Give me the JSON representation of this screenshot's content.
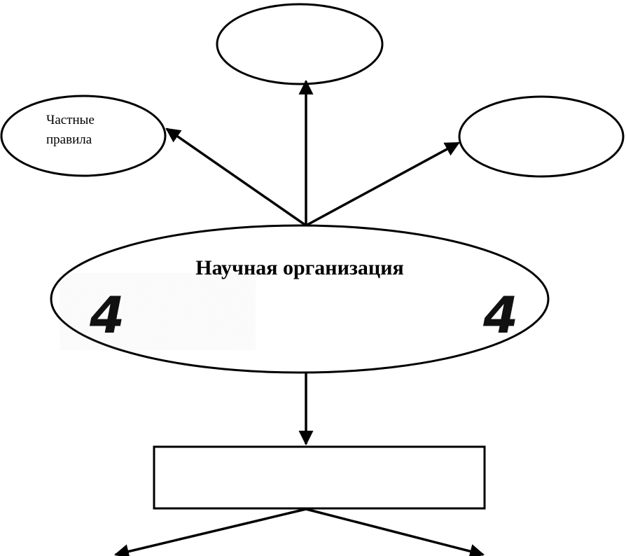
{
  "diagram": {
    "center_node": {
      "label": "Научная организация"
    },
    "left_node": {
      "label_line1": "Частные",
      "label_line2": "правила"
    },
    "top_node": {
      "label": ""
    },
    "right_node": {
      "label": ""
    },
    "bottom_box": {
      "label": ""
    },
    "corner_marks": {
      "left": "4",
      "right": "4"
    }
  }
}
